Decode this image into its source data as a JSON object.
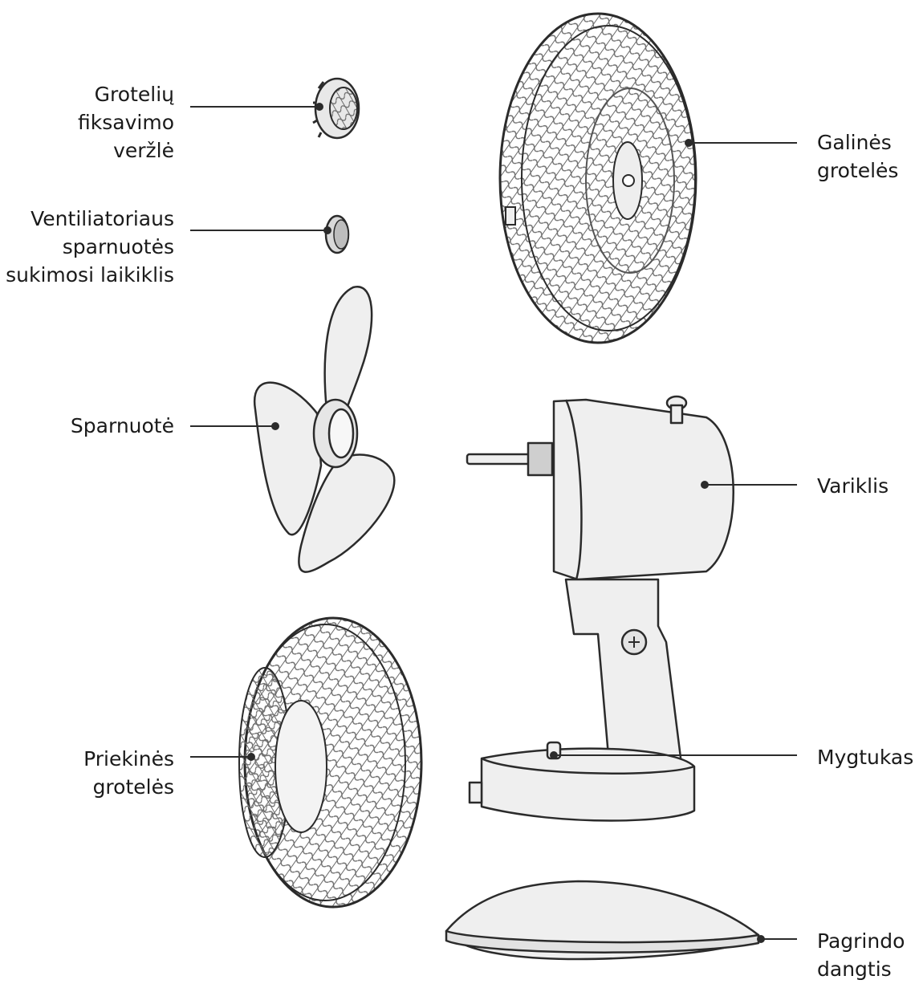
{
  "diagram": {
    "colors": {
      "stroke": "#2b2b2b",
      "fill": "#efefef",
      "mesh": "#6b6b6b",
      "background": "#ffffff"
    },
    "parts": [
      {
        "id": "grille-nut",
        "icon": "grille-nut-icon"
      },
      {
        "id": "blade-holder",
        "icon": "blade-holder-icon"
      },
      {
        "id": "blade",
        "icon": "fan-blade-icon"
      },
      {
        "id": "front-grille",
        "icon": "front-grille-icon"
      },
      {
        "id": "rear-grille",
        "icon": "rear-grille-icon"
      },
      {
        "id": "motor",
        "icon": "motor-icon"
      },
      {
        "id": "button",
        "icon": "button-icon"
      },
      {
        "id": "base-cover",
        "icon": "base-cover-icon"
      }
    ],
    "labels": {
      "grille_nut": "Grotelių\nfiksavimo\nveržlė",
      "blade_holder": "Ventiliatoriaus\nsparnuotės\nsukimosi laikiklis",
      "blade": "Sparnuotė",
      "front_grille": "Priekinės\ngrotelės",
      "rear_grille": "Galinės\ngrotelės",
      "motor": "Variklis",
      "button": "Mygtukas",
      "base_cover": "Pagrindo\ndangtis"
    }
  }
}
